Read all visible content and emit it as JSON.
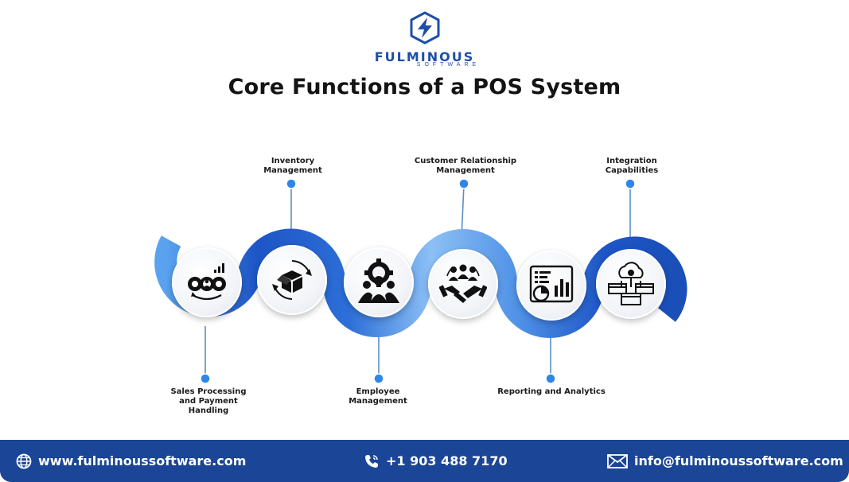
{
  "header": {
    "brand_name": "FULMINOUS",
    "brand_tagline": "SOFTWARE",
    "title": "Core Functions of a POS System"
  },
  "colors": {
    "accent_blue": "#1b4596",
    "ribbon_dark": "#1e56c4",
    "ribbon_light": "#7fb4f0",
    "dot_blue": "#2f86e8"
  },
  "functions": [
    {
      "label_line1": "Sales Processing",
      "label_line2": "and Payment",
      "label_line3": "Handling",
      "icon": "gears-people-chart-icon"
    },
    {
      "label_line1": "Inventory",
      "label_line2": "Management",
      "icon": "box-cycle-icon"
    },
    {
      "label_line1": "Employee",
      "label_line2": "Management",
      "icon": "team-gear-icon"
    },
    {
      "label_line1": "Customer Relationship",
      "label_line2": "Management",
      "icon": "handshake-team-icon"
    },
    {
      "label_line1": "Reporting and Analytics",
      "icon": "report-chart-icon"
    },
    {
      "label_line1": "Integration",
      "label_line2": "Capabilities",
      "icon": "cloud-network-icon"
    }
  ],
  "footer": {
    "website": "www.fulminoussoftware.com",
    "phone": "+1 903 488 7170",
    "email": "info@fulminoussoftware.com",
    "website_icon": "globe-icon",
    "phone_icon": "phone-icon",
    "email_icon": "mail-icon"
  }
}
